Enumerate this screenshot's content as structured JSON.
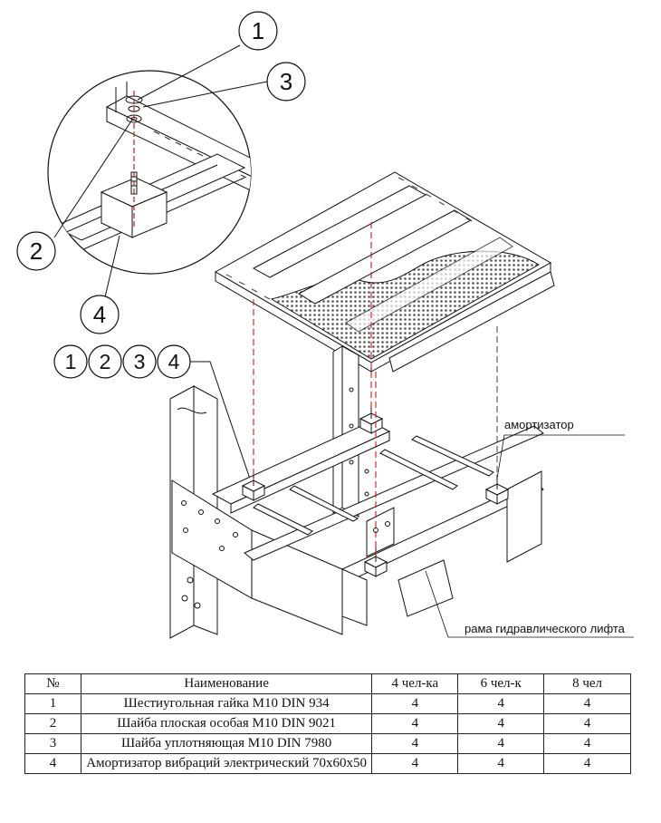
{
  "callouts": {
    "n1": "1",
    "n2": "2",
    "n3": "3",
    "n4": "4",
    "row_1": "1",
    "row_2": "2",
    "row_3": "3",
    "row_4": "4"
  },
  "labels": {
    "shock_absorber": "амортизатор",
    "lift_frame": "рама гидравлического лифта"
  },
  "table": {
    "headers": [
      "№",
      "Наименование",
      "4 чел-ка",
      "6 чел-к",
      "8 чел"
    ],
    "rows": [
      [
        "1",
        "Шестиугольная гайка М10 DIN 934",
        "4",
        "4",
        "4"
      ],
      [
        "2",
        "Шайба плоская особая М10 DIN 9021",
        "4",
        "4",
        "4"
      ],
      [
        "3",
        "Шайба уплотняющая  М10 DIN 7980",
        "4",
        "4",
        "4"
      ],
      [
        "4",
        "Амортизатор вибраций электрический 70x60x50",
        "4",
        "4",
        "4"
      ]
    ]
  },
  "colors": {
    "line": "#1a1a1a",
    "dash": "#d11a1a",
    "hatch": "#666666"
  }
}
